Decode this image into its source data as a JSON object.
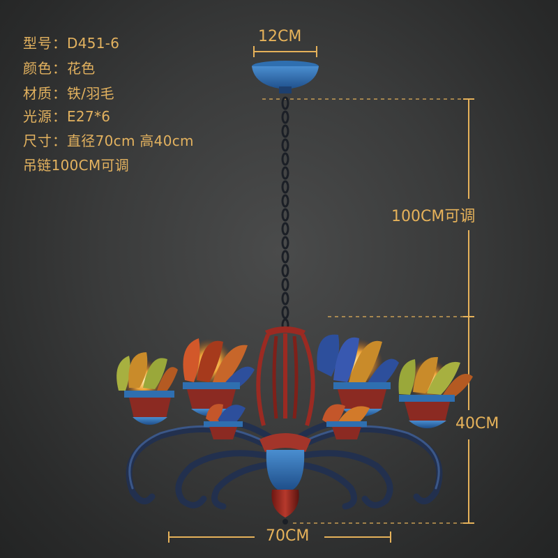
{
  "specs": [
    {
      "key": "型号：",
      "value": "D451-6"
    },
    {
      "key": "颜色：",
      "value": "花色"
    },
    {
      "key": "材质：",
      "value": "铁/羽毛"
    },
    {
      "key": "光源：",
      "value": "E27*6"
    },
    {
      "key": "尺寸：",
      "value": "直径70cm  高40cm"
    }
  ],
  "chain_note": "吊链100CM可调",
  "dimensions": {
    "canopy_width": "12CM",
    "chain_length": "100CM可调",
    "height": "40CM",
    "diameter": "70CM"
  },
  "colors": {
    "background": "#3a3b3b",
    "annotation": "#e6b25a",
    "metal_blue": "#2f6fb0",
    "metal_red": "#9b2a22",
    "arm_dark": "#1f2a44"
  }
}
